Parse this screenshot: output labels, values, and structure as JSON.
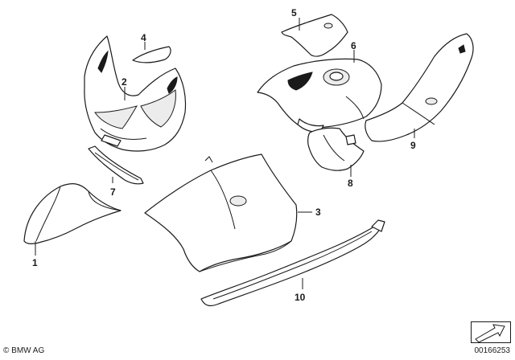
{
  "callouts": [
    {
      "id": "1",
      "label": "1"
    },
    {
      "id": "2",
      "label": "2"
    },
    {
      "id": "3",
      "label": "3"
    },
    {
      "id": "4",
      "label": "4"
    },
    {
      "id": "5",
      "label": "5"
    },
    {
      "id": "6",
      "label": "6"
    },
    {
      "id": "7",
      "label": "7"
    },
    {
      "id": "8",
      "label": "8"
    },
    {
      "id": "9",
      "label": "9"
    },
    {
      "id": "10",
      "label": "10"
    }
  ],
  "footer": {
    "copyright": "© BMW AG",
    "doc_number": "00166253"
  }
}
